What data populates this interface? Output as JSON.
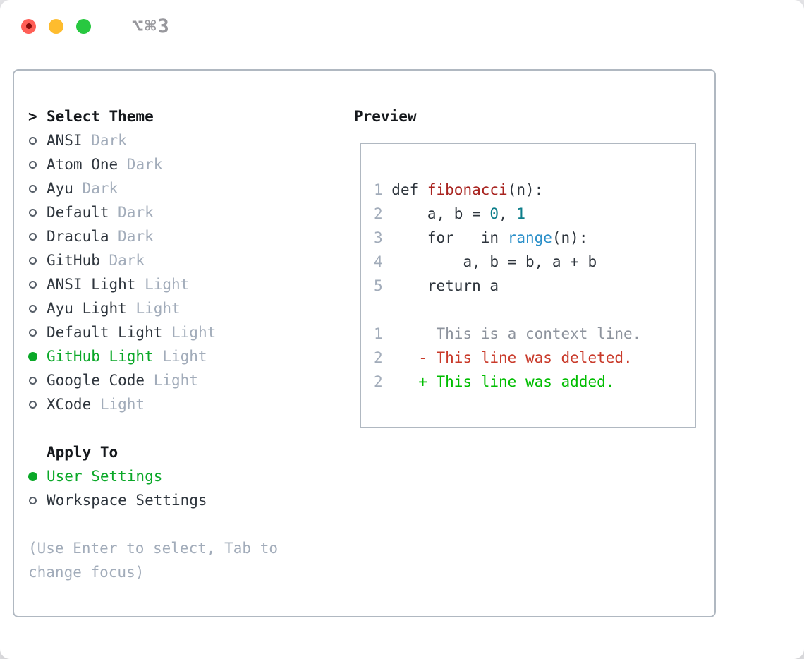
{
  "window": {
    "title": "⌥⌘3"
  },
  "traffic_lights": [
    {
      "name": "close",
      "color": "#ff5f57"
    },
    {
      "name": "minimize",
      "color": "#febc2e"
    },
    {
      "name": "zoom",
      "color": "#28c840"
    }
  ],
  "left": {
    "prompt": ">",
    "title": "Select Theme",
    "themes": [
      {
        "name": "ANSI",
        "variant": "Dark",
        "selected": false
      },
      {
        "name": "Atom One",
        "variant": "Dark",
        "selected": false
      },
      {
        "name": "Ayu",
        "variant": "Dark",
        "selected": false
      },
      {
        "name": "Default",
        "variant": "Dark",
        "selected": false
      },
      {
        "name": "Dracula",
        "variant": "Dark",
        "selected": false
      },
      {
        "name": "GitHub",
        "variant": "Dark",
        "selected": false
      },
      {
        "name": "ANSI Light",
        "variant": "Light",
        "selected": false
      },
      {
        "name": "Ayu Light",
        "variant": "Light",
        "selected": false
      },
      {
        "name": "Default Light",
        "variant": "Light",
        "selected": false
      },
      {
        "name": "GitHub Light",
        "variant": "Light",
        "selected": true
      },
      {
        "name": "Google Code",
        "variant": "Light",
        "selected": false
      },
      {
        "name": "XCode",
        "variant": "Light",
        "selected": false
      }
    ],
    "apply_title": "Apply To",
    "apply_options": [
      {
        "name": "User Settings",
        "selected": true
      },
      {
        "name": "Workspace Settings",
        "selected": false
      }
    ],
    "hint": "(Use Enter to select, Tab to change focus)"
  },
  "preview": {
    "title": "Preview",
    "lines": [
      {
        "num": "1",
        "segments": [
          {
            "text": " def ",
            "color": "text"
          },
          {
            "text": "fibonacci",
            "color": "func"
          },
          {
            "text": "(n):",
            "color": "text"
          }
        ]
      },
      {
        "num": "2",
        "segments": [
          {
            "text": "     a, b = ",
            "color": "text"
          },
          {
            "text": "0",
            "color": "num"
          },
          {
            "text": ", ",
            "color": "text"
          },
          {
            "text": "1",
            "color": "num"
          }
        ]
      },
      {
        "num": "3",
        "segments": [
          {
            "text": "     for _ in ",
            "color": "text"
          },
          {
            "text": "range",
            "color": "builtin"
          },
          {
            "text": "(n):",
            "color": "text"
          }
        ]
      },
      {
        "num": "4",
        "segments": [
          {
            "text": "         a, b = b, a + b",
            "color": "text"
          }
        ]
      },
      {
        "num": "5",
        "segments": [
          {
            "text": "     return a",
            "color": "text"
          }
        ]
      },
      {
        "num": "",
        "segments": []
      },
      {
        "num": "1",
        "segments": [
          {
            "text": "      This is a context line.",
            "color": "context"
          }
        ]
      },
      {
        "num": "2",
        "segments": [
          {
            "text": "    ",
            "color": "text"
          },
          {
            "text": "- This line was deleted.",
            "color": "deleted"
          }
        ]
      },
      {
        "num": "2",
        "segments": [
          {
            "text": "    ",
            "color": "text"
          },
          {
            "text": "+ This line was added.",
            "color": "added"
          }
        ]
      }
    ]
  },
  "colors": {
    "selected_green": "#0aa828",
    "added_green": "#00bd00",
    "deleted_red": "#c93a2a",
    "function_red": "#a8231f",
    "number_teal": "#0d7e8a",
    "builtin_blue": "#2a8fc9",
    "text_dark": "#2e353d",
    "header_black": "#15181c",
    "muted_gray": "#a2acba",
    "context_gray": "#8d939d",
    "border_gray": "#b0b8c1",
    "circle_gray": "#565e68",
    "titlebar_gray": "#98989d",
    "traffic_red": "#ff5f57",
    "traffic_red_dot": "#870d0b",
    "traffic_yellow": "#febc2e",
    "traffic_green": "#28c840"
  }
}
